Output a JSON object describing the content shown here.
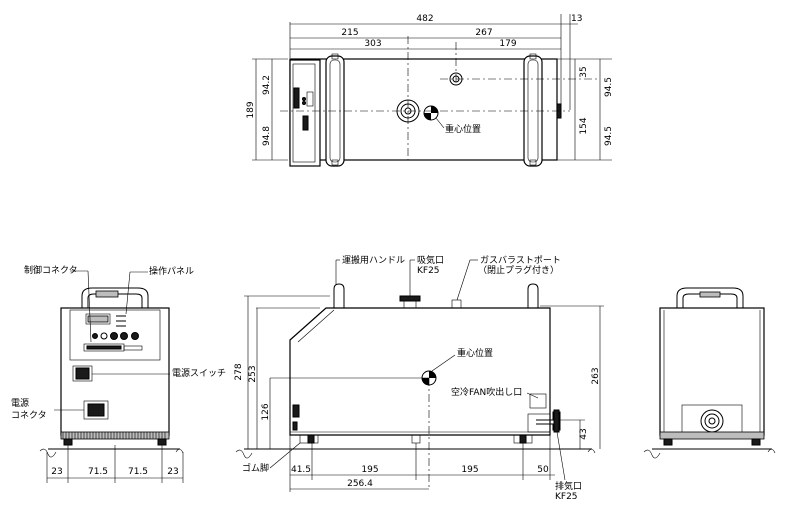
{
  "top_view": {
    "dims": {
      "overall_width": "482",
      "right_offset": "13",
      "left_to_center": "215",
      "center_to_right": "267",
      "left_to_port": "303",
      "port_to_right": "179",
      "depth_total": "189",
      "depth_upper": "94.2",
      "depth_lower": "94.8",
      "port_offset": "35",
      "right_upper": "94.5",
      "right_lower": "94.5",
      "flange_span": "154"
    },
    "cog_label": "重心位置"
  },
  "front_view": {
    "labels": {
      "control_connector": "制御コネクタ",
      "operation_panel": "操作パネル",
      "power_switch": "電源スイッチ",
      "power_connector_line1": "電源",
      "power_connector_line2": "コネクタ"
    },
    "dims": {
      "d1": "23",
      "d2": "71.5",
      "d3": "71.5",
      "d4": "23"
    }
  },
  "side_view": {
    "labels": {
      "handle": "運搬用ハンドル",
      "inlet": "吸気口",
      "inlet_kf": "KF25",
      "gas_ballast": "ガスバラストポート",
      "gas_ballast_note": "（閉止プラグ付き）",
      "cog": "重心位置",
      "fan_outlet": "空冷FAN吹出し口",
      "rubber_foot": "ゴム脚",
      "exhaust": "排気口",
      "exhaust_kf": "KF25"
    },
    "dims": {
      "h_total": "278",
      "h_body": "253",
      "h_cog": "126",
      "h_right": "263",
      "h_exhaust": "43",
      "foot_offset": "41.5",
      "foot_span1": "195",
      "foot_span2": "195",
      "foot_right": "50",
      "cog_x": "256.4"
    }
  }
}
